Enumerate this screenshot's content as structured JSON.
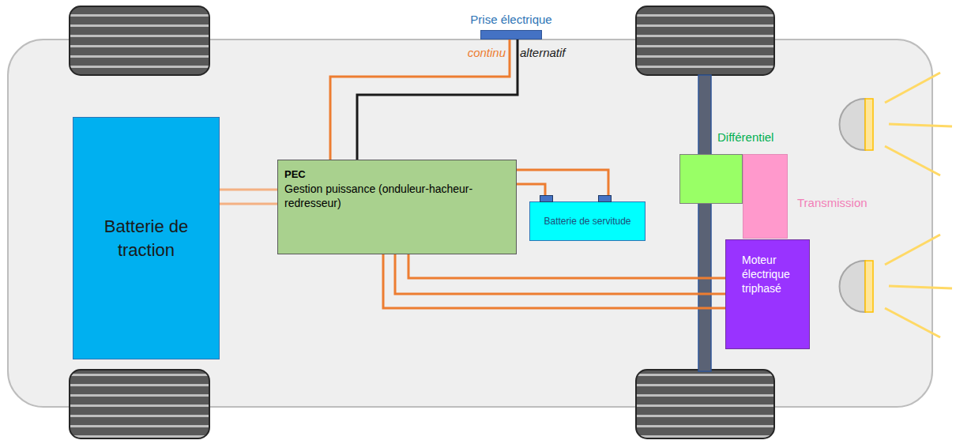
{
  "diagram": {
    "nodes": [
      {
        "text": [
          "Prise électrique"
        ]
      },
      {
        "text": [
          "Batterie de traction"
        ]
      },
      {
        "text": [
          "PEC",
          "Gestion puissance (onduleur-hacheur-redresseur)"
        ]
      },
      {
        "text": [
          "Batterie de servitude"
        ]
      },
      {
        "text": [
          "Différentiel"
        ]
      },
      {
        "text": [
          "Transmission"
        ]
      },
      {
        "text": [
          "Moteur électrique triphasé"
        ]
      }
    ],
    "edges": [
      {
        "from": 2,
        "to": 0,
        "label": "continu",
        "arrow": "none"
      },
      {
        "from": 2,
        "to": 0,
        "label": "alternatif",
        "arrow": "none"
      },
      {
        "from": 1,
        "to": 2,
        "arrow": "none"
      },
      {
        "from": 1,
        "to": 2,
        "arrow": "none"
      },
      {
        "from": 2,
        "to": 3,
        "arrow": "none"
      },
      {
        "from": 2,
        "to": 3,
        "arrow": "none"
      },
      {
        "from": 2,
        "to": 6,
        "arrow": "none"
      },
      {
        "from": 2,
        "to": 6,
        "arrow": "none"
      },
      {
        "from": 2,
        "to": 6,
        "arrow": "none"
      }
    ]
  }
}
